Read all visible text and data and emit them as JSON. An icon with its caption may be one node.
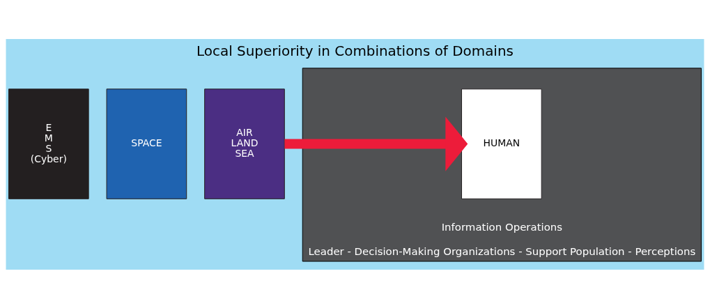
{
  "diagram": {
    "title": "Local Superiority in Combinations of Domains",
    "nodes": [
      {
        "text": [
          "E M S (Cyber)"
        ]
      },
      {
        "text": [
          "SPACE"
        ]
      },
      {
        "text": [
          "AIR LAND SEA"
        ]
      },
      {
        "text": [
          "Information Operations",
          "Leader - Decision-Making Organizations - Support Population - Perceptions"
        ]
      },
      {
        "text": [
          "HUMAN"
        ],
        "in": 3
      }
    ],
    "edges": [
      {
        "from": 2,
        "to": 4,
        "arrow": "to",
        "color": "#ed1c3a"
      }
    ]
  }
}
